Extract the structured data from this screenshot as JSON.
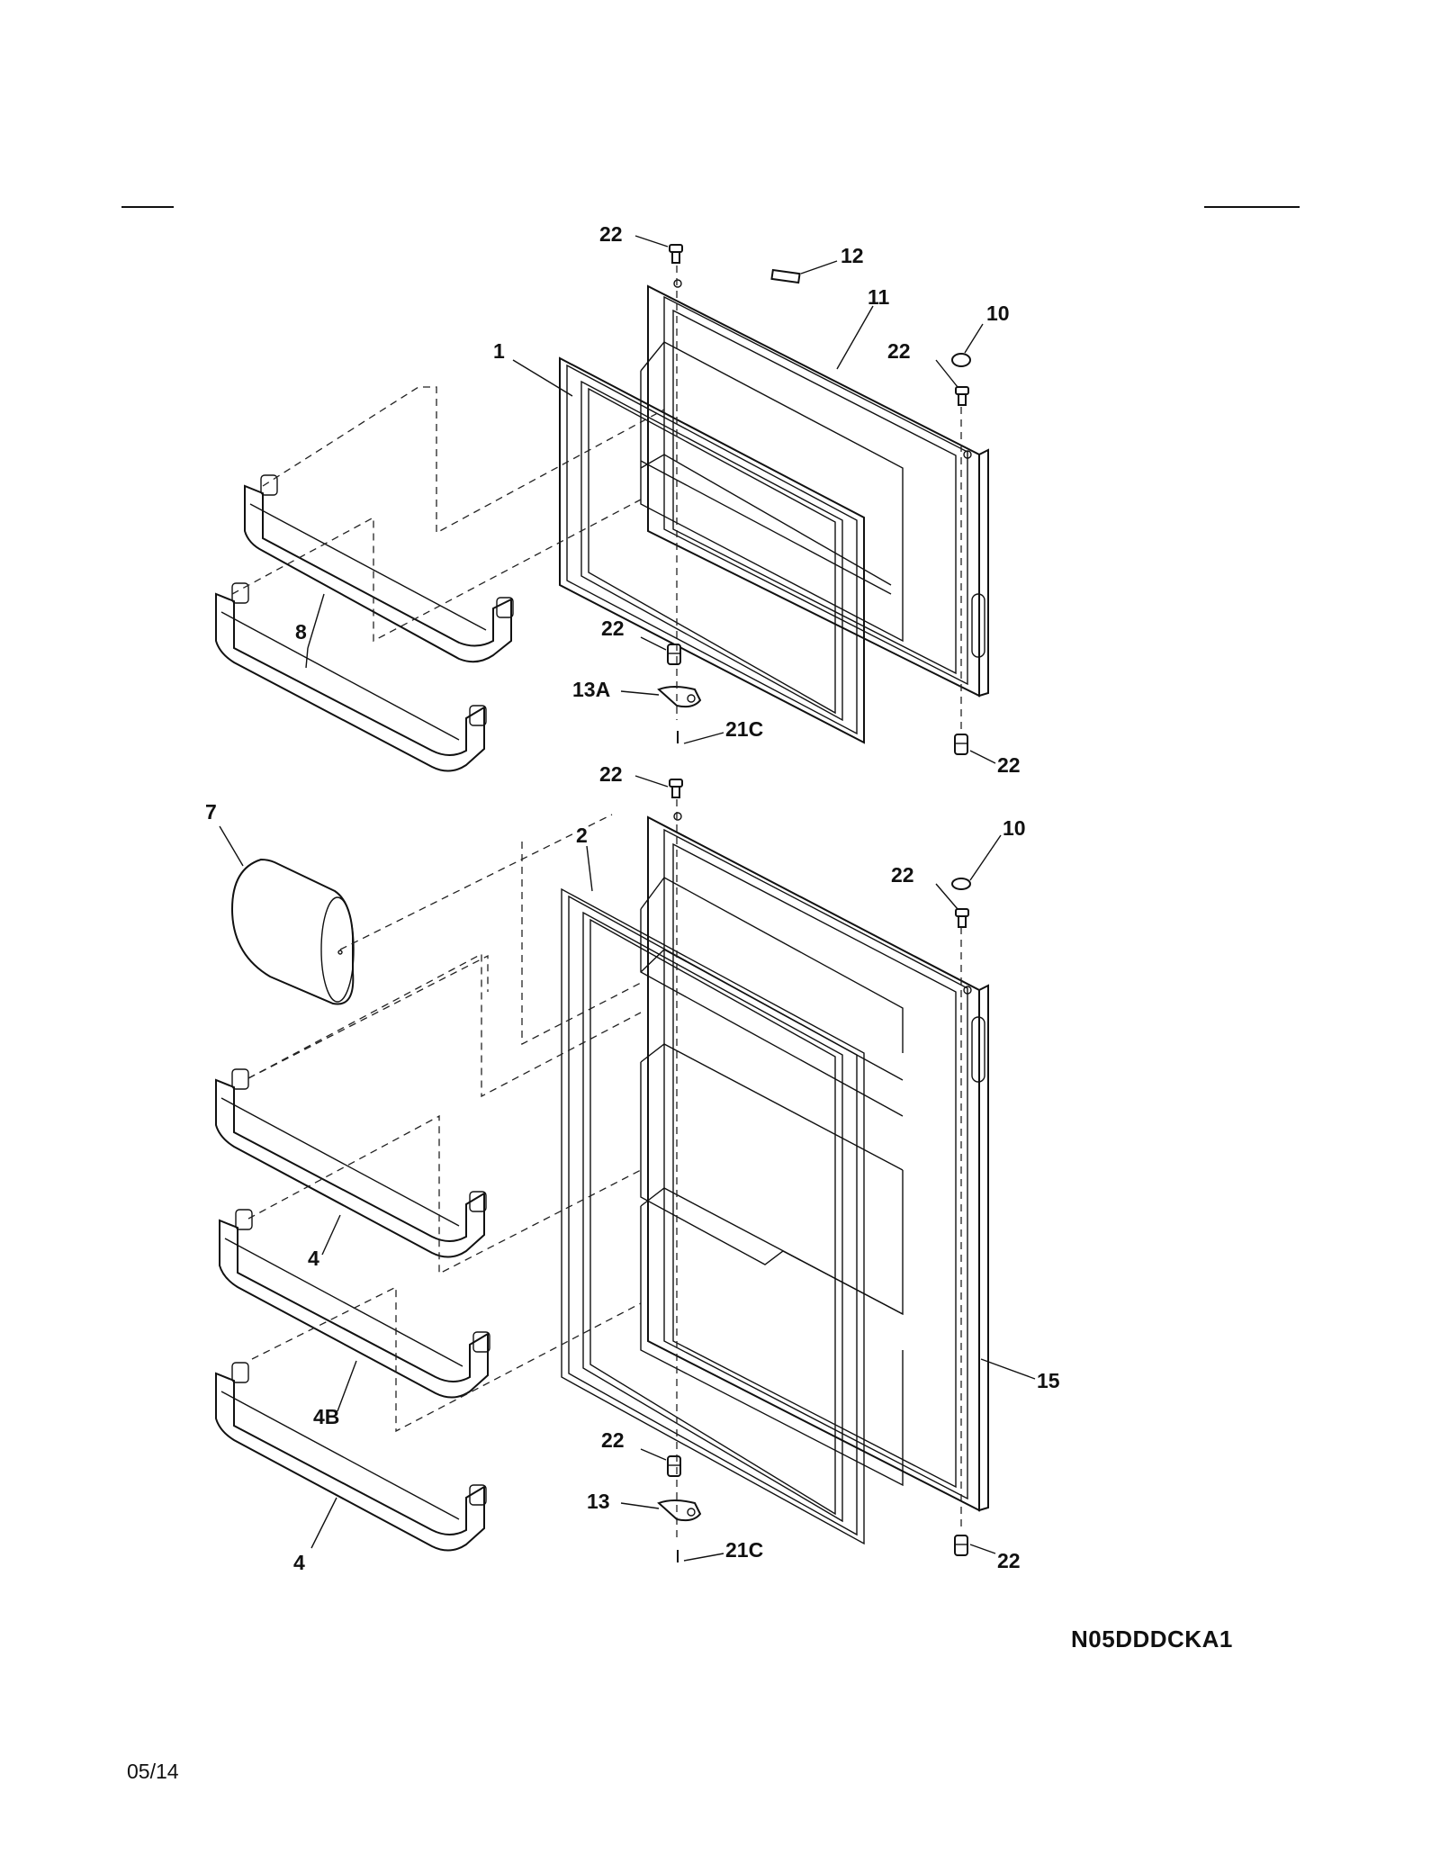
{
  "diagram_code": "N05DDDCKA1",
  "page_date": "05/14",
  "callouts": {
    "c22a": "22",
    "c12": "12",
    "c11": "11",
    "c10a": "10",
    "c22b": "22",
    "c1": "1",
    "c8": "8",
    "c22c": "22",
    "c13A": "13A",
    "c21Ca": "21C",
    "c22d": "22",
    "c22e": "22",
    "c7": "7",
    "c2": "2",
    "c10b": "10",
    "c22f": "22",
    "c4a": "4",
    "c4B": "4B",
    "c4b": "4",
    "c15": "15",
    "c22g": "22",
    "c13": "13",
    "c21Cb": "21C",
    "c22h": "22"
  }
}
